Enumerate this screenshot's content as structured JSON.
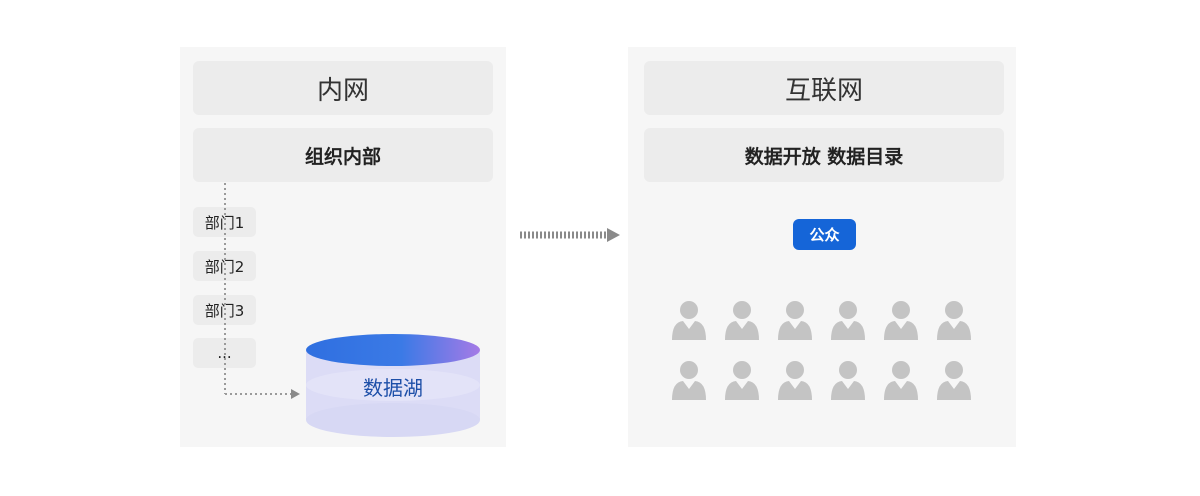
{
  "intranet": {
    "title": "内网",
    "org_label": "组织内部",
    "departments": [
      "部门1",
      "部门2",
      "部门3",
      "..."
    ],
    "data_lake_label": "数据湖"
  },
  "internet": {
    "title": "互联网",
    "services_label": "数据开放 数据目录",
    "public_label": "公众",
    "people_count": 12
  },
  "colors": {
    "panel_bg": "#f6f6f6",
    "bar_bg": "#ececec",
    "accent_blue": "#1565d8",
    "arrow_gray": "#8a8a8a",
    "person_gray": "#c4c4c4"
  }
}
